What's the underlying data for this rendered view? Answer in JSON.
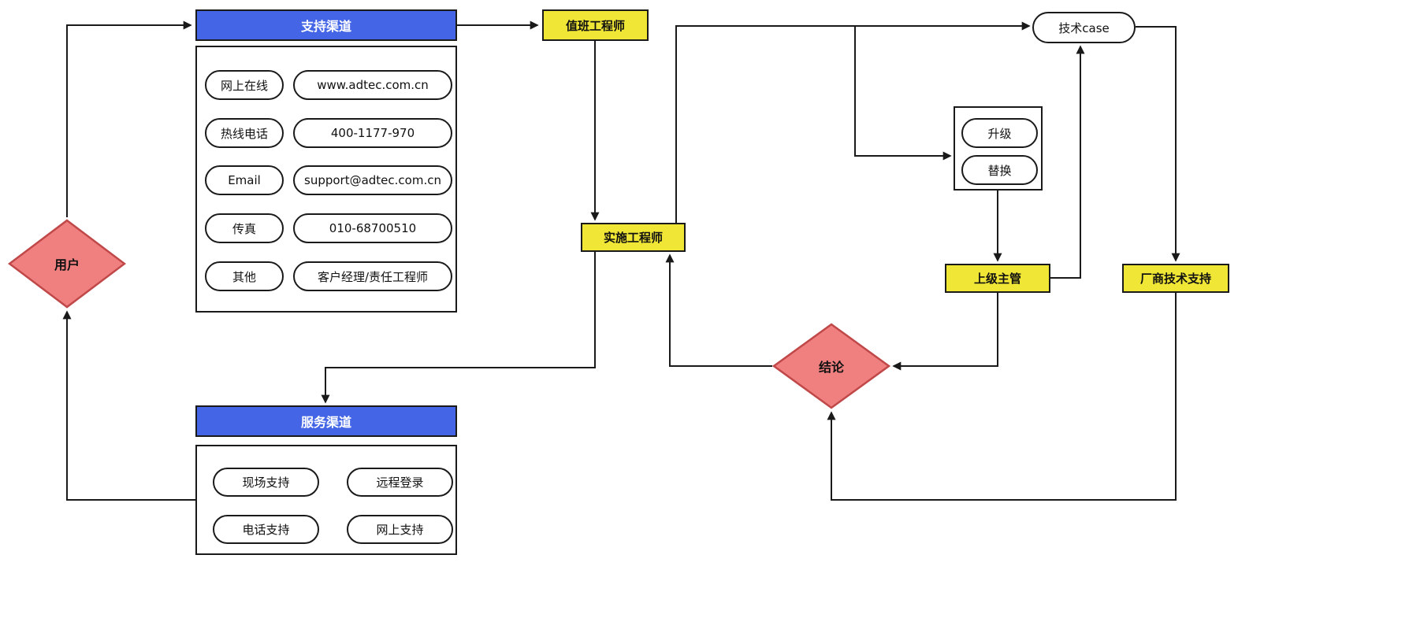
{
  "colors": {
    "blue": "#4365e6",
    "yellow": "#f0e635",
    "red": "#f08080",
    "red_border": "#c04848",
    "line": "#1a1a1a"
  },
  "nodes": {
    "user": {
      "label": "用户"
    },
    "support": {
      "title": "支持渠道",
      "rows": [
        {
          "label": "网上在线",
          "value": "www.adtec.com.cn"
        },
        {
          "label": "热线电话",
          "value": "400-1177-970"
        },
        {
          "label": "Email",
          "value": "support@adtec.com.cn"
        },
        {
          "label": "传真",
          "value": "010-68700510"
        },
        {
          "label": "其他",
          "value": "客户经理/责任工程师"
        }
      ]
    },
    "duty_engineer": {
      "label": "值班工程师"
    },
    "impl_engineer": {
      "label": "实施工程师"
    },
    "tech_case": {
      "label": "技术case"
    },
    "escalation": {
      "options": [
        {
          "label": "升级"
        },
        {
          "label": "替换"
        }
      ]
    },
    "supervisor": {
      "label": "上级主管"
    },
    "vendor_support": {
      "label": "厂商技术支持"
    },
    "conclusion": {
      "label": "结论"
    },
    "service": {
      "title": "服务渠道",
      "items": [
        {
          "label": "现场支持"
        },
        {
          "label": "远程登录"
        },
        {
          "label": "电话支持"
        },
        {
          "label": "网上支持"
        }
      ]
    }
  }
}
